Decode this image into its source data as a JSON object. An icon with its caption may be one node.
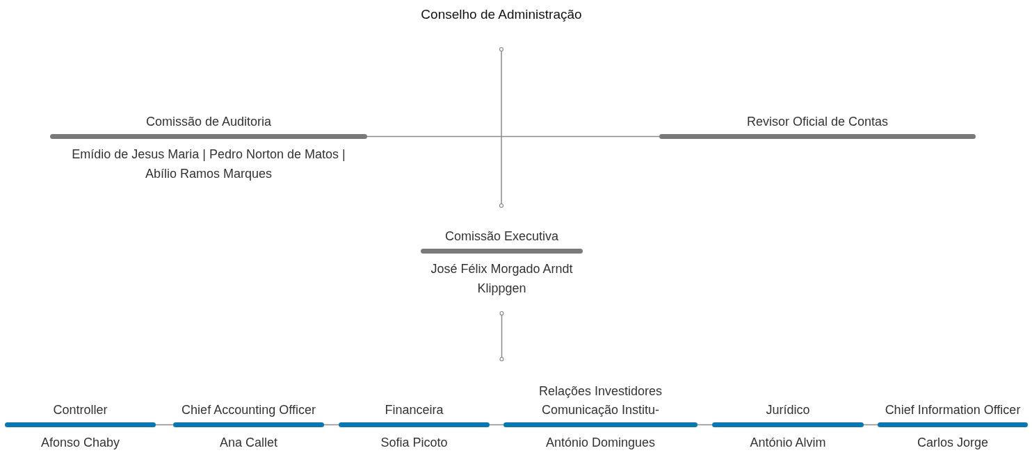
{
  "diagram": {
    "nodes": [
      {
        "text": [
          "Conselho de Administração"
        ]
      },
      {
        "text": [
          "Comissão de Auditoria",
          "Emídio de Jesus Maria | Pedro Norton de Matos | Abílio Ramos Marques"
        ]
      },
      {
        "text": [
          "Revisor Oficial de Contas"
        ]
      },
      {
        "text": [
          "Comissão Executiva",
          "José Félix Morgado Arndt Klippgen"
        ]
      },
      {
        "text": [
          "Controller",
          "Afonso Chaby"
        ]
      },
      {
        "text": [
          "Chief Accounting Officer",
          "Ana Callet"
        ]
      },
      {
        "text": [
          "Financeira",
          "Sofia Picoto"
        ]
      },
      {
        "text": [
          "Relações Investidores Comunicação Institu-",
          "António Domingues"
        ]
      },
      {
        "text": [
          "Jurídico",
          "António Alvim"
        ]
      },
      {
        "text": [
          "Chief Information Officer",
          "Carlos Jorge"
        ]
      }
    ],
    "edges": [
      {
        "from": 0,
        "to": 3,
        "arrow": "other"
      },
      {
        "from": 1,
        "to": 2,
        "arrow": "none"
      },
      {
        "from": 3,
        "to": null,
        "arrow": "other"
      },
      {
        "from": 4,
        "to": 5,
        "arrow": "none"
      },
      {
        "from": 5,
        "to": 6,
        "arrow": "none"
      },
      {
        "from": 6,
        "to": 7,
        "arrow": "none"
      },
      {
        "from": 7,
        "to": 8,
        "arrow": "none"
      },
      {
        "from": 8,
        "to": 9,
        "arrow": "none"
      }
    ]
  }
}
